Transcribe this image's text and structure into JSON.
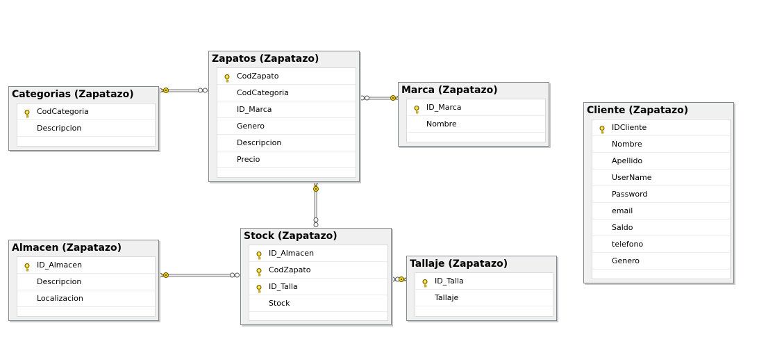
{
  "tables": {
    "zapatos": {
      "title": "Zapatos (Zapatazo)",
      "columns": [
        {
          "name": "CodZapato",
          "key": true
        },
        {
          "name": "CodCategoria",
          "key": false
        },
        {
          "name": "ID_Marca",
          "key": false
        },
        {
          "name": "Genero",
          "key": false
        },
        {
          "name": "Descripcion",
          "key": false
        },
        {
          "name": "Precio",
          "key": false
        }
      ]
    },
    "categorias": {
      "title": "Categorias (Zapatazo)",
      "columns": [
        {
          "name": "CodCategoria",
          "key": true
        },
        {
          "name": "Descripcion",
          "key": false
        }
      ]
    },
    "marca": {
      "title": "Marca (Zapatazo)",
      "columns": [
        {
          "name": "ID_Marca",
          "key": true
        },
        {
          "name": "Nombre",
          "key": false
        }
      ]
    },
    "cliente": {
      "title": "Cliente (Zapatazo)",
      "columns": [
        {
          "name": "IDCliente",
          "key": true
        },
        {
          "name": "Nombre",
          "key": false
        },
        {
          "name": "Apellido",
          "key": false
        },
        {
          "name": "UserName",
          "key": false
        },
        {
          "name": "Password",
          "key": false
        },
        {
          "name": "email",
          "key": false
        },
        {
          "name": "Saldo",
          "key": false
        },
        {
          "name": "telefono",
          "key": false
        },
        {
          "name": "Genero",
          "key": false
        }
      ]
    },
    "almacen": {
      "title": "Almacen (Zapatazo)",
      "columns": [
        {
          "name": "ID_Almacen",
          "key": true
        },
        {
          "name": "Descripcion",
          "key": false
        },
        {
          "name": "Localizacion",
          "key": false
        }
      ]
    },
    "stock": {
      "title": "Stock (Zapatazo)",
      "columns": [
        {
          "name": "ID_Almacen",
          "key": true
        },
        {
          "name": "CodZapato",
          "key": true
        },
        {
          "name": "ID_Talla",
          "key": true
        },
        {
          "name": "Stock",
          "key": false
        }
      ]
    },
    "tallaje": {
      "title": "Tallaje (Zapatazo)",
      "columns": [
        {
          "name": "ID_Talla",
          "key": true
        },
        {
          "name": "Tallaje",
          "key": false
        }
      ]
    }
  },
  "colors": {
    "key_icon": "#f2d31b",
    "connector": "#7a7a7a",
    "table_frame": "#f0f0f0"
  }
}
